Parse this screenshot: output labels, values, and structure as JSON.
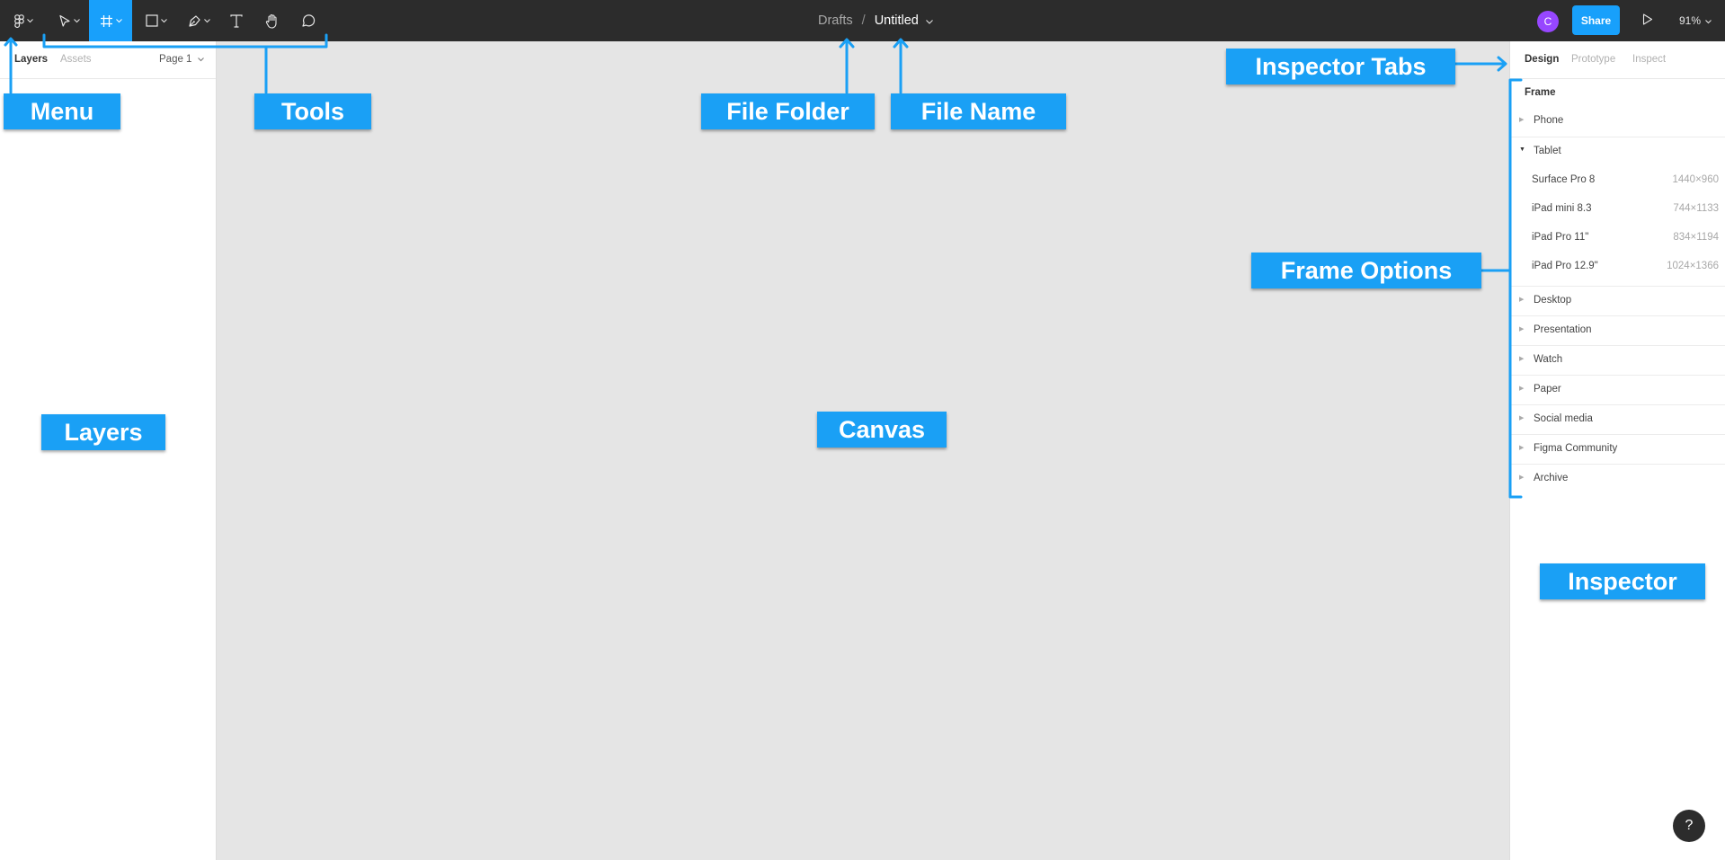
{
  "toolbar": {
    "title": {
      "folder": "Drafts",
      "separator": "/",
      "name": "Untitled"
    },
    "tools": [
      {
        "name": "main-menu",
        "icon": "figma-logo-icon",
        "active": false
      },
      {
        "name": "move",
        "icon": "pointer-icon",
        "active": false
      },
      {
        "name": "frame",
        "icon": "frame-icon",
        "active": true
      },
      {
        "name": "shape",
        "icon": "rectangle-icon",
        "active": false
      },
      {
        "name": "pen",
        "icon": "pen-icon",
        "active": false
      },
      {
        "name": "text",
        "icon": "text-icon",
        "active": false
      },
      {
        "name": "hand",
        "icon": "hand-icon",
        "active": false
      },
      {
        "name": "comment",
        "icon": "comment-icon",
        "active": false
      }
    ],
    "avatar_initial": "C",
    "share_label": "Share",
    "zoom": "91%"
  },
  "left_panel": {
    "tabs": [
      {
        "label": "Layers",
        "active": true
      },
      {
        "label": "Assets",
        "active": false
      }
    ],
    "page": "Page 1"
  },
  "right_panel": {
    "tabs": [
      {
        "label": "Design",
        "active": true
      },
      {
        "label": "Prototype",
        "active": false
      },
      {
        "label": "Inspect",
        "active": false
      }
    ],
    "frame_title": "Frame",
    "categories": [
      {
        "label": "Phone",
        "expanded": false
      },
      {
        "label": "Tablet",
        "expanded": true,
        "devices": [
          {
            "name": "Surface Pro 8",
            "size": "1440×960"
          },
          {
            "name": "iPad mini 8.3",
            "size": "744×1133"
          },
          {
            "name": "iPad Pro 11\"",
            "size": "834×1194"
          },
          {
            "name": "iPad Pro 12.9\"",
            "size": "1024×1366"
          }
        ]
      },
      {
        "label": "Desktop",
        "expanded": false
      },
      {
        "label": "Presentation",
        "expanded": false
      },
      {
        "label": "Watch",
        "expanded": false
      },
      {
        "label": "Paper",
        "expanded": false
      },
      {
        "label": "Social media",
        "expanded": false
      },
      {
        "label": "Figma Community",
        "expanded": false
      },
      {
        "label": "Archive",
        "expanded": false
      }
    ],
    "help": "?"
  },
  "annotations": {
    "menu": "Menu",
    "tools": "Tools",
    "file_folder": "File Folder",
    "file_name": "File Name",
    "inspector_tabs": "Inspector Tabs",
    "frame_options": "Frame Options",
    "layers": "Layers",
    "canvas": "Canvas",
    "inspector": "Inspector"
  },
  "colors": {
    "toolbar_bg": "#2c2c2c",
    "accent": "#18a0fb",
    "canvas_bg": "#e5e5e5",
    "annotation": "#1aa0f5",
    "avatar": "#9747ff"
  }
}
